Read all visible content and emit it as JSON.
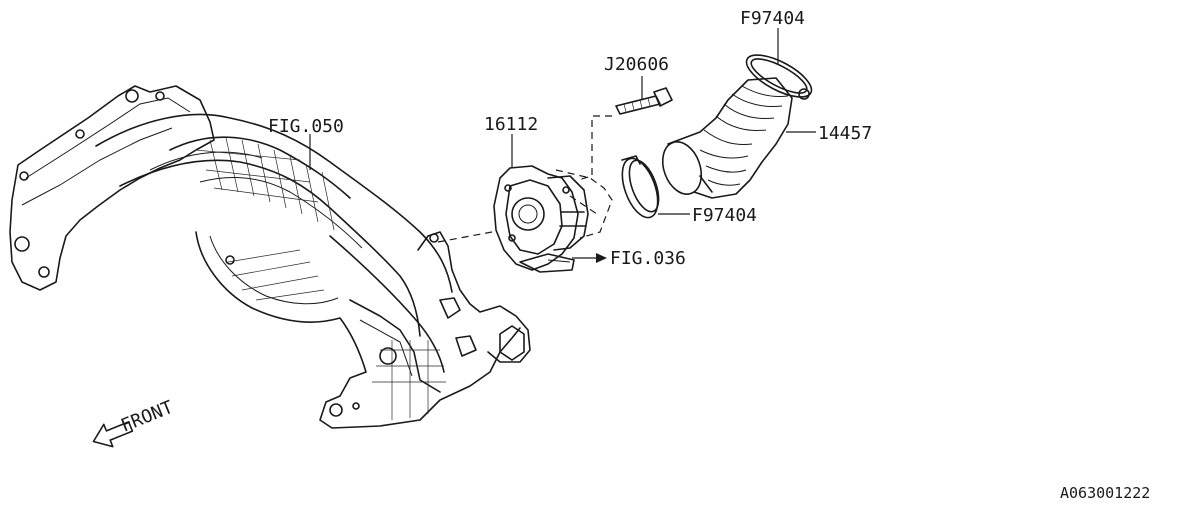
{
  "labels": {
    "fig_050": "FIG.050",
    "part_16112": "16112",
    "part_j20606": "J20606",
    "part_f97404_top": "F97404",
    "part_14457": "14457",
    "part_f97404_mid": "F97404",
    "fig_036": "FIG.036",
    "front": "FRONT",
    "drawing_code": "A063001222"
  },
  "colors": {
    "ink": "#1a1a1a",
    "background": "#ffffff"
  }
}
